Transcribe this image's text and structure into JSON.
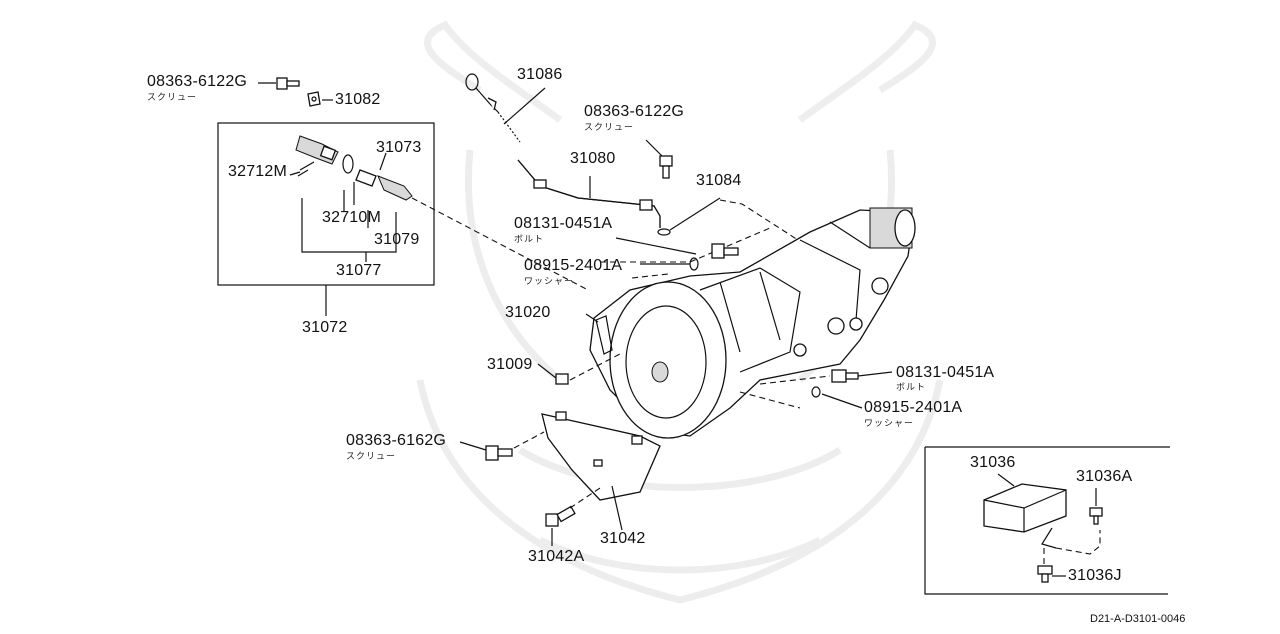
{
  "diagram": {
    "title": "",
    "reference_code": "D21-A-D3101-0046",
    "watermark_icon": "samurai-helmet-logo",
    "parts": [
      {
        "number": "08363-6122G",
        "note": "スクリュー"
      },
      {
        "number": "31082",
        "note": ""
      },
      {
        "number": "31073",
        "note": ""
      },
      {
        "number": "32712M",
        "note": ""
      },
      {
        "number": "32710M",
        "note": ""
      },
      {
        "number": "31079",
        "note": ""
      },
      {
        "number": "31077",
        "note": ""
      },
      {
        "number": "31072",
        "note": ""
      },
      {
        "number": "31086",
        "note": ""
      },
      {
        "number": "08363-6122G",
        "note": "スクリュー"
      },
      {
        "number": "31080",
        "note": ""
      },
      {
        "number": "31084",
        "note": ""
      },
      {
        "number": "08131-0451A",
        "note": "ボルト"
      },
      {
        "number": "08915-2401A",
        "note": "ワッシャー"
      },
      {
        "number": "31020",
        "note": ""
      },
      {
        "number": "31009",
        "note": ""
      },
      {
        "number": "08131-0451A",
        "note": "ボルト"
      },
      {
        "number": "08915-2401A",
        "note": "ワッシャー"
      },
      {
        "number": "08363-6162G",
        "note": "スクリュー"
      },
      {
        "number": "31042",
        "note": ""
      },
      {
        "number": "31042A",
        "note": ""
      },
      {
        "number": "31036",
        "note": ""
      },
      {
        "number": "31036A",
        "note": ""
      },
      {
        "number": "31036J",
        "note": ""
      }
    ]
  }
}
